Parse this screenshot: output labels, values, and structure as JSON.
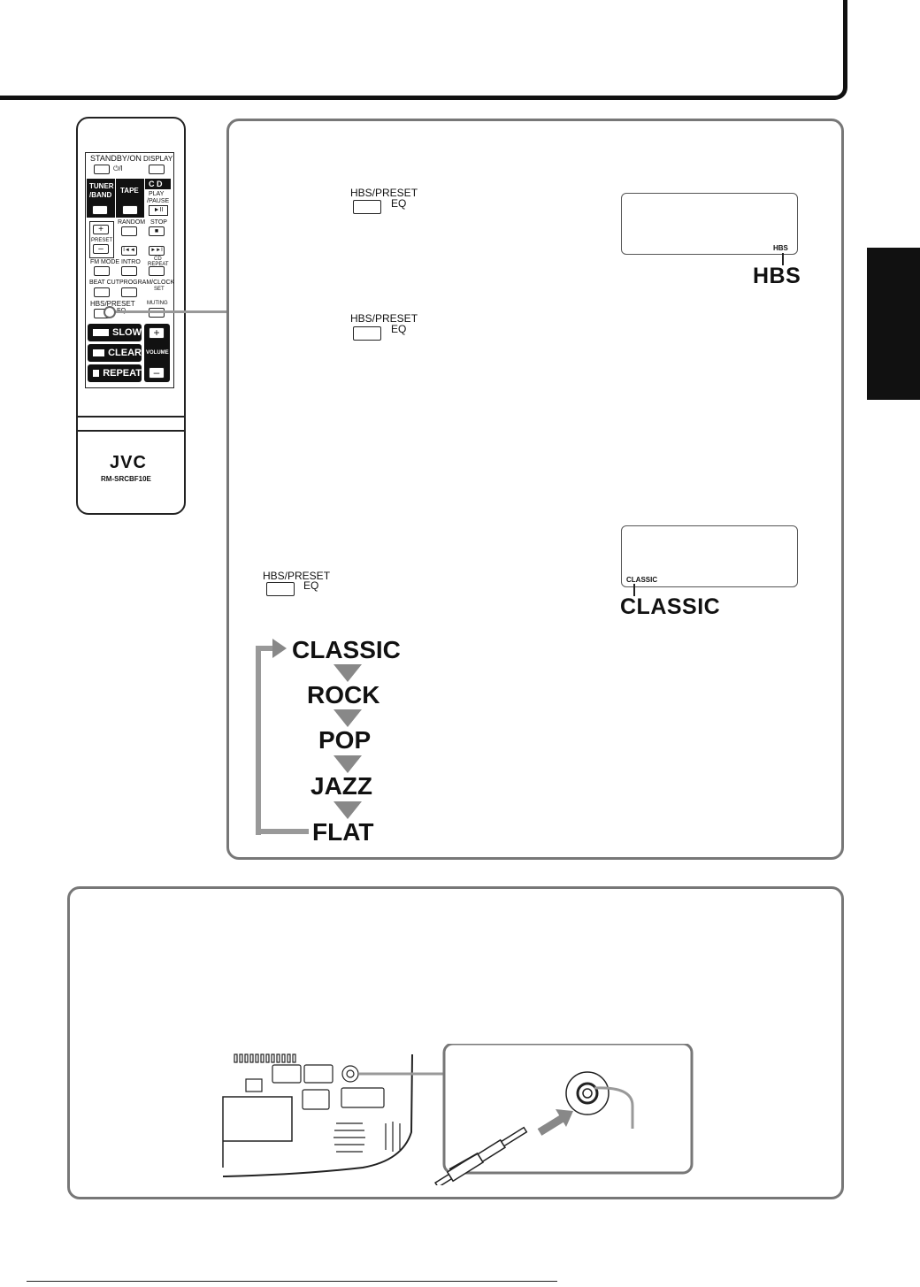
{
  "remote": {
    "standby_on": "STANDBY/ON",
    "power_symbol": "⏻/I",
    "display": "DISPLAY",
    "tuner_band": [
      "TUNER",
      "/BAND"
    ],
    "tape": "TAPE",
    "cd": "C D",
    "play_pause": [
      "PLAY",
      "/PAUSE"
    ],
    "play_pause_icon": "►II",
    "plus": "+",
    "minus": "–",
    "preset": "PRESET",
    "random": "RANDOM",
    "stop": "STOP",
    "stop_icon": "■",
    "prev_icon": "I◄◄",
    "next_icon": "►►I",
    "fm_mode": "FM MODE",
    "intro": "INTRO",
    "cd_repeat": [
      "CD",
      "REPEAT"
    ],
    "beat_cut": "BEAT CUT",
    "program_clock": [
      "PROGRAM/CLOCK",
      "SET"
    ],
    "hbs_preset": "HBS/PRESET",
    "eq": "EQ",
    "muting": "MUTING",
    "slow": "SLOW",
    "clear": "CLEAR",
    "repeat": "REPEAT",
    "volume": "VOLUME",
    "brand": "JVC",
    "model": "RM-SRCBF10E"
  },
  "hbs_button": {
    "top": "HBS/PRESET",
    "bottom": "EQ"
  },
  "display1": {
    "small": "HBS",
    "callout": "HBS"
  },
  "display2": {
    "small": "CLASSIC",
    "callout": "CLASSIC"
  },
  "eq_sequence": [
    "CLASSIC",
    "ROCK",
    "POP",
    "JAZZ",
    "FLAT"
  ]
}
